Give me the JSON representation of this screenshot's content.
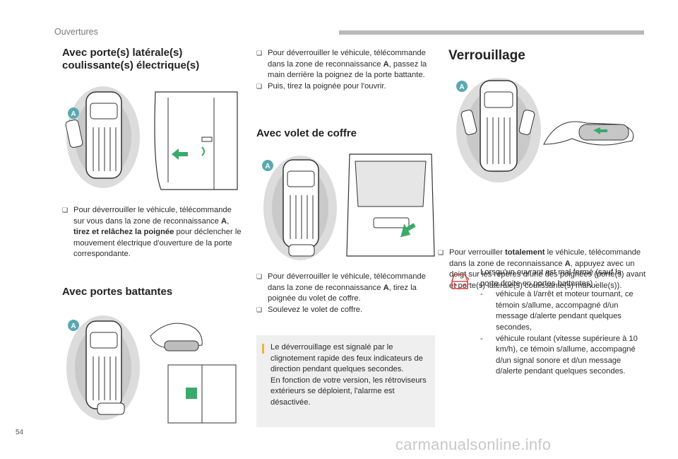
{
  "header": {
    "section": "Ouvertures"
  },
  "col1": {
    "title": "Avec porte(s) latérale(s)\ncoulissante(s) électrique(s)",
    "bullet1": {
      "p1": "Pour déverrouiller le véhicule, télécommande sur vous dans la zone de reconnaissance ",
      "a": "A",
      "p2": ", ",
      "bold": "tirez et relâchez la poignée",
      "p3": " pour déclencher le mouvement électrique d'ouverture de la porte correspondante."
    },
    "title2": "Avec portes battantes"
  },
  "col2": {
    "bullet1": {
      "p1": "Pour déverrouiller le véhicule, télécommande dans la zone de reconnaissance ",
      "a": "A",
      "p2": ", passez la main derrière la poignez de la porte battante."
    },
    "bullet2": "Puis, tirez la poignée pour l'ouvrir.",
    "title": "Avec volet de coffre",
    "bullet3": {
      "p1": "Pour déverrouiller le véhicule, télécommande dans la zone de reconnaissance ",
      "a": "A",
      "p2": ", tirez la poignée du volet de coffre."
    },
    "bullet4": "Soulevez le volet de coffre.",
    "info": "Le déverrouillage est signalé par le clignotement rapide des feux indicateurs de direction pendant quelques secondes.\nEn fonction de votre version, les rétroviseurs extérieurs se déploient, l'alarme est désactivée."
  },
  "col3": {
    "title": "Verrouillage",
    "bullet1": {
      "p1": "Pour verrouiller ",
      "bold": "totalement",
      "p2": " le véhicule, télécommande dans la zone de reconnaissance ",
      "a": "A",
      "p3": ", appuyez avec un doigt sur les repères d/une des poignées (porte(s) avant et porte(s) latérale(s) coulissante(s) manuelle(s))."
    },
    "warning_intro": "Lorsqu'un ouvrant est mal fermé (sauf la porte droite en portes battantes) :",
    "warning_items": [
      "véhicule à l/arrêt et moteur tournant, ce témoin s/allume, accompagné d/un message d/alerte pendant quelques secondes,",
      "véhicule roulant (vitesse supérieure à 10 km/h), ce témoin s/allume, accompagné d/un signal sonore et d/un message d/alerte pendant quelques secondes."
    ],
    "dash": "-"
  },
  "labels": {
    "zone": "A"
  },
  "footer": {
    "page": "54",
    "watermark": "carmanualsonline.info"
  },
  "colors": {
    "teal": "#5aa8b0",
    "green": "#3aaa6a",
    "orange": "#f0b43a",
    "red": "#d9534f",
    "zone_gray": "#dcdcdc"
  },
  "icons": {
    "bullet": "arrow-bullet-icon",
    "warning": "car-door-open-warning-icon",
    "info": "info-bar-icon"
  }
}
